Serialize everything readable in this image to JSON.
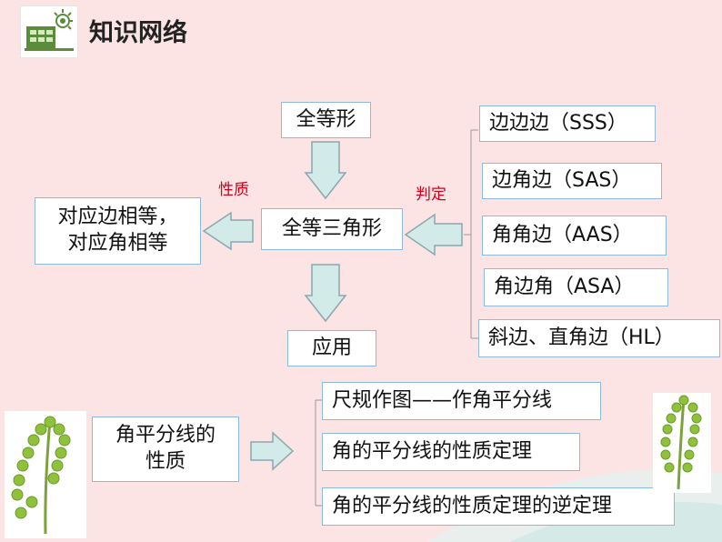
{
  "header": {
    "title": "知识网络"
  },
  "nodes": {
    "congruent_shape": "全等形",
    "congruent_triangle": "全等三角形",
    "properties_result_line1": "对应边相等，",
    "properties_result_line2": "对应角相等",
    "application": "应用",
    "angle_bisector_line1": "角平分线的",
    "angle_bisector_line2": "性质"
  },
  "labels": {
    "properties": "性质",
    "judgement": "判定"
  },
  "criteria": [
    "边边边（SSS）",
    "边角边（SAS）",
    "角角边（AAS）",
    "角边角（ASA）",
    "斜边、直角边（HL）"
  ],
  "bisector_items": [
    "尺规作图——作角平分线",
    "角的平分线的性质定理",
    "角的平分线的性质定理的逆定理"
  ],
  "colors": {
    "background": "#fde4e4",
    "box_border": "#8db9df",
    "arrow_fill": "#d2ebe9",
    "arrow_stroke": "#8aa6b0",
    "label_red": "#d0021b",
    "plant_green": "#8fc23a"
  }
}
